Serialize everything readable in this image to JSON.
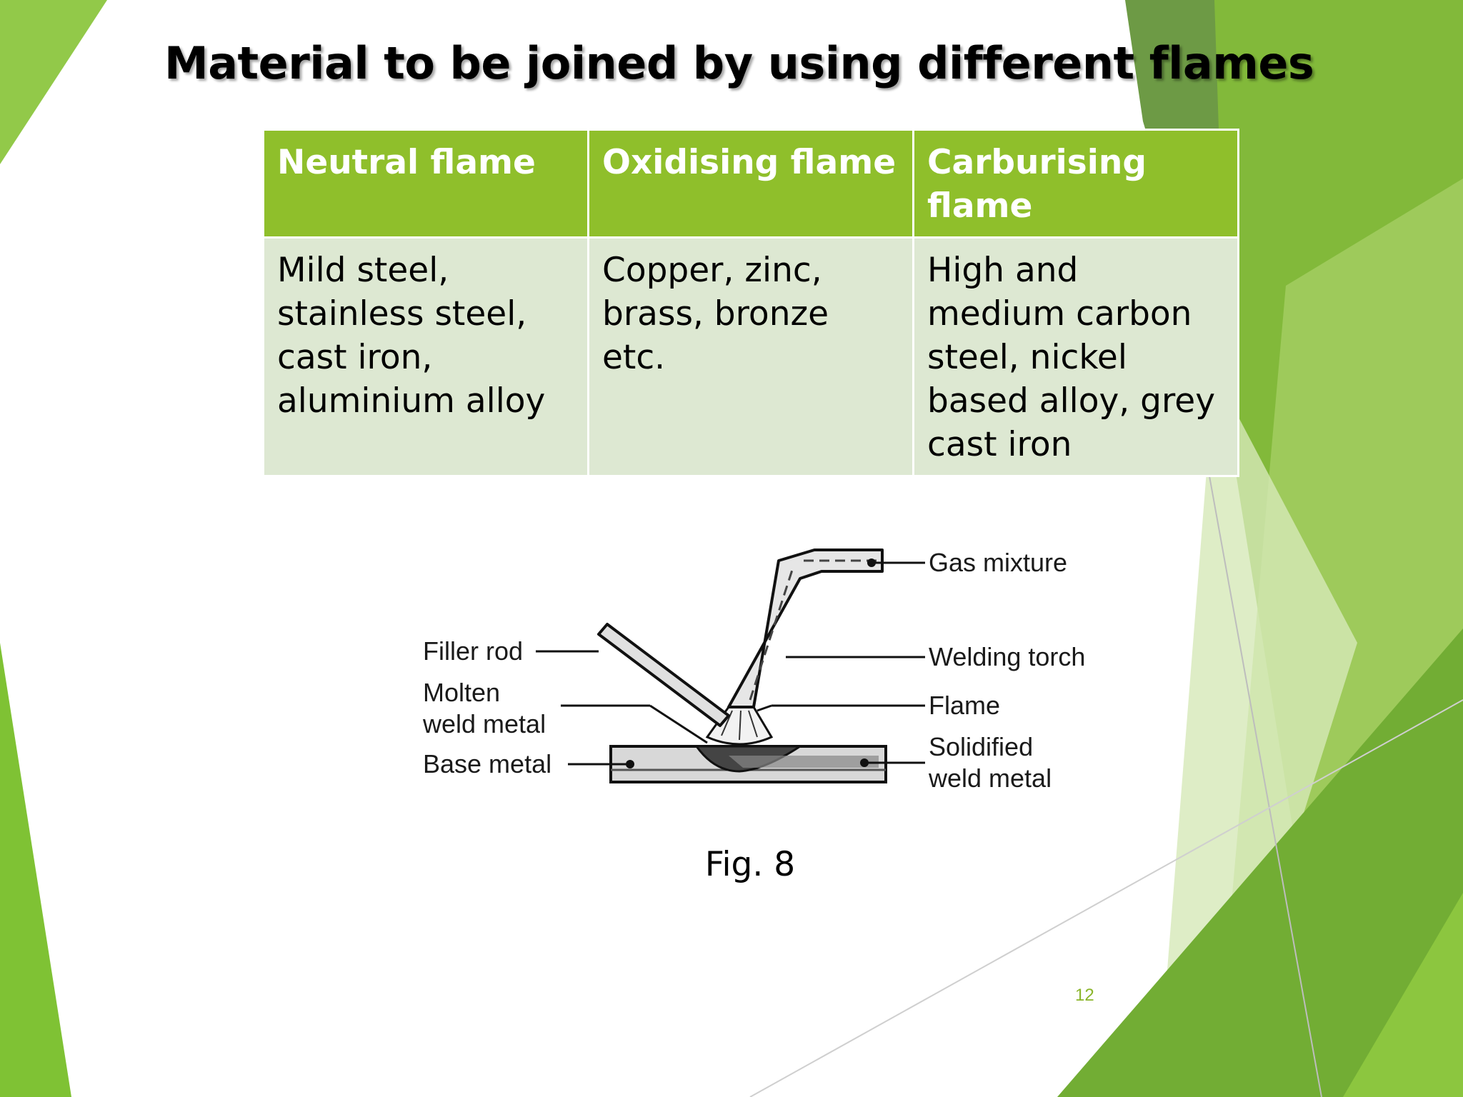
{
  "slide": {
    "title": "Material to be joined by using different flames",
    "page_number": "12",
    "accent_color": "#8fbf2b",
    "header_color": "#8fbf2b",
    "cell_color": "#dde8d2"
  },
  "table": {
    "headers": [
      "Neutral flame",
      "Oxidising flame",
      "Carburising flame"
    ],
    "rows": [
      [
        "Mild steel, stainless steel, cast iron, aluminium alloy",
        "Copper, zinc, brass, bronze etc.",
        "High and medium carbon steel, nickel based alloy, grey cast iron"
      ]
    ]
  },
  "figure": {
    "labels": {
      "gas_mixture": "Gas mixture",
      "welding_torch": "Welding torch",
      "flame": "Flame",
      "solidified_1": "Solidified",
      "solidified_2": "weld metal",
      "filler_rod": "Filler rod",
      "molten_1": "Molten",
      "molten_2": "weld metal",
      "base_metal": "Base metal"
    },
    "caption": "Fig. 8"
  }
}
